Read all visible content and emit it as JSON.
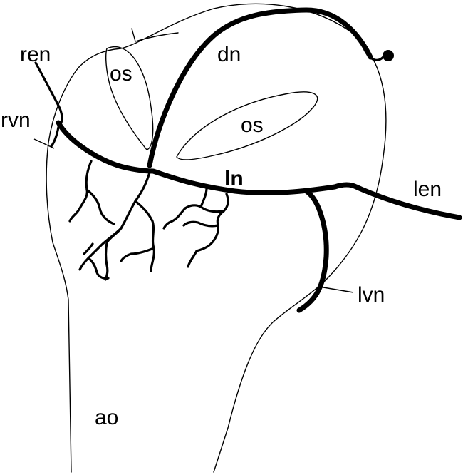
{
  "labels": {
    "ren": "ren",
    "os_left": "os",
    "dn": "dn",
    "os_right": "os",
    "rvn": "rvn",
    "ln": "ln",
    "len": "len",
    "lvn": "lvn",
    "ao": "ao"
  },
  "colors": {
    "line": "#000000",
    "background": "#ffffff"
  }
}
